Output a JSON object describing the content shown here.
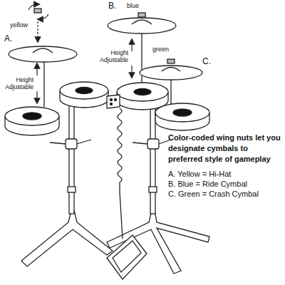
{
  "diagram": {
    "labels": [
      "yellow",
      "A.",
      "Height Adjustable",
      "B.",
      "blue",
      "Height Adjustable",
      "green",
      "C.",
      "Color-coded wing nuts let you designate cymbals to preferred style of gameplay",
      "A. Yellow = Hi-Hat",
      "B. Blue = Ride Cymbal",
      "C. Green = Crash Cymbal"
    ]
  }
}
